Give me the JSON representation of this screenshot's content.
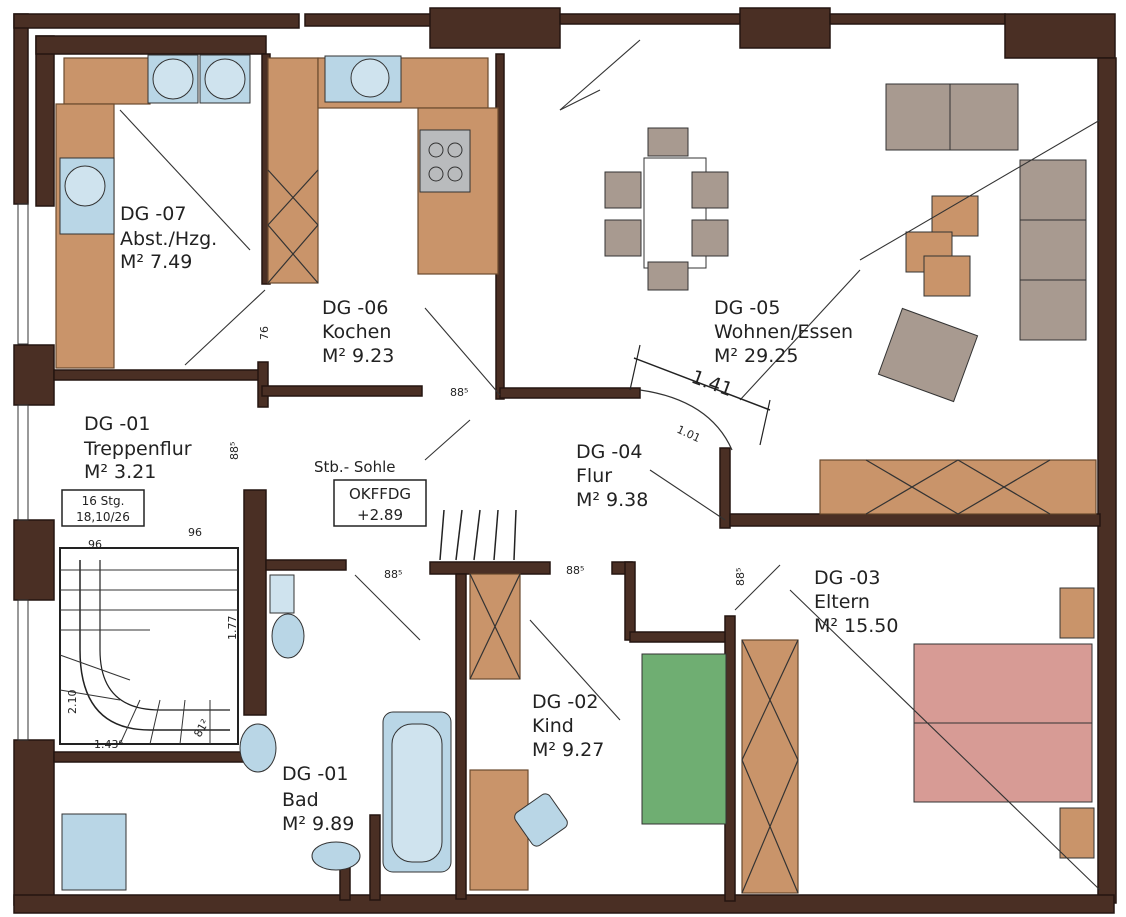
{
  "rooms": [
    {
      "code": "DG -07",
      "name": "Abst./Hzg.",
      "area": "M² 7.49"
    },
    {
      "code": "DG -06",
      "name": "Kochen",
      "area": "M² 9.23"
    },
    {
      "code": "DG -05",
      "name": "Wohnen/Essen",
      "area": "M² 29.25"
    },
    {
      "code": "DG -01",
      "name": "Treppenflur",
      "area": "M² 3.21"
    },
    {
      "code": "DG -04",
      "name": "Flur",
      "area": "M² 9.38"
    },
    {
      "code": "DG -03",
      "name": "Eltern",
      "area": "M² 15.50"
    },
    {
      "code": "DG -02",
      "name": "Kind",
      "area": "M² 9.27"
    },
    {
      "code": "DG -01",
      "name": "Bad",
      "area": "M² 9.89"
    }
  ],
  "stair": {
    "steps": "16 Stg.",
    "ratio": "18,10/26"
  },
  "level": {
    "title": "Stb.- Sohle",
    "okff": "OKFFDG",
    "height": "+2.89"
  },
  "dims": {
    "d76": "76",
    "d885a": "88⁵",
    "d885b": "88⁵",
    "d885c": "88⁵",
    "d885d": "88⁵",
    "d885e": "88⁵",
    "d96a": "96",
    "d96b": "96",
    "d177": "1.77",
    "d210": "2.10",
    "d1436": "1.43⁶",
    "d812": "81²",
    "d141": "1.41",
    "d101": "1.01"
  },
  "colors": {
    "wall": "#4a2f24",
    "counter": "#c9946a",
    "furniture": "#a89a90",
    "sanitary": "#b9d6e6",
    "bed_kind": "#6fae72",
    "bed_eltern": "#c97a72"
  }
}
